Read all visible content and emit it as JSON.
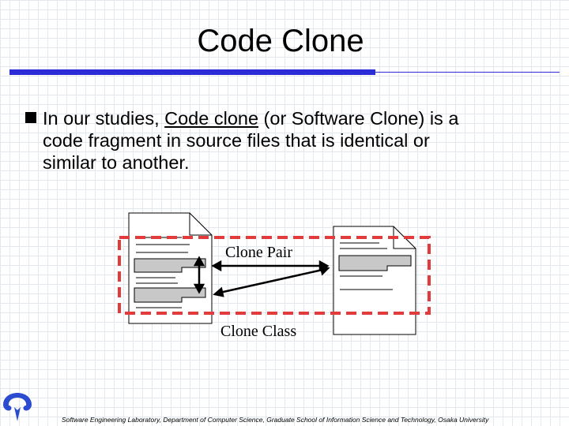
{
  "slide": {
    "title": "Code Clone",
    "bullet": {
      "before": "In our studies, ",
      "term": "Code clone",
      "after_line1": " (or  Software Clone) is a",
      "line2": "code fragment in source files that is identical or",
      "line3": "similar to another."
    },
    "diagram": {
      "pair_label": "Clone Pair",
      "class_label": "Clone Class"
    },
    "footer": "Software Engineering Laboratory, Department of Computer Science, Graduate School of Information Science and Technology, Osaka University"
  },
  "colors": {
    "title_bar": "#2b2bd8",
    "clone_box": "#e23b3b",
    "clone_highlight": "#c8c8c8",
    "logo": "#2b4bd0"
  }
}
